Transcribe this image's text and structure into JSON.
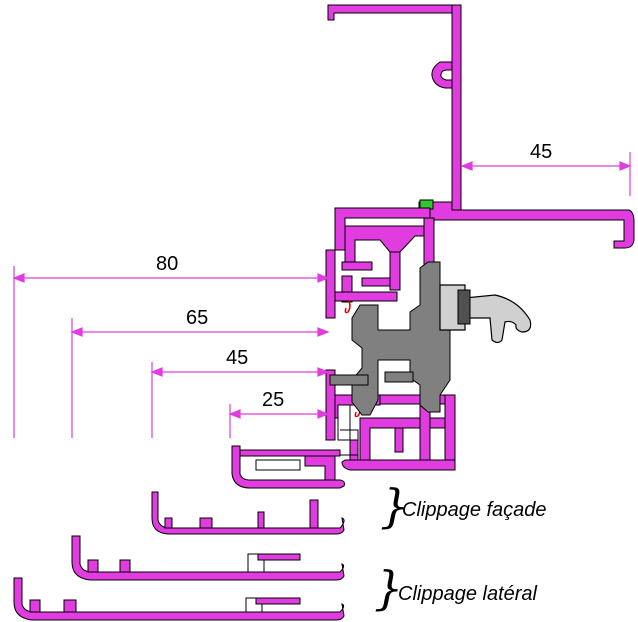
{
  "dimensions": {
    "top_right": "45",
    "d80": "80",
    "d65": "65",
    "d45": "45",
    "d25": "25"
  },
  "captions": {
    "facade": "Clippage façade",
    "lateral": "Clippage latéral"
  },
  "colors": {
    "profile": "#e03ce0",
    "profile_outline": "#000000",
    "gasket": "#808080",
    "seal_red": "#e00000",
    "seal_green": "#2ec92e",
    "dimension_line": "#e03ce0"
  }
}
